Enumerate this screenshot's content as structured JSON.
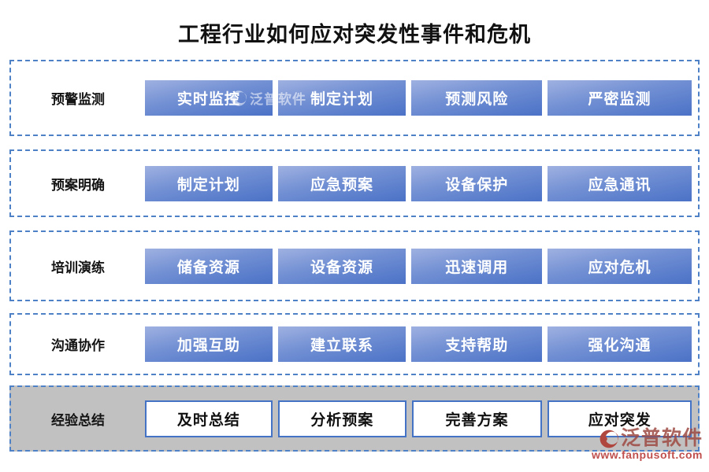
{
  "title": "工程行业如何应对突发性事件和危机",
  "rows": [
    {
      "label": "预警监测",
      "buttons": [
        "实时监控",
        "制定计划",
        "预测风险",
        "严密监测"
      ]
    },
    {
      "label": "预案明确",
      "buttons": [
        "制定计划",
        "应急预案",
        "设备保护",
        "应急通讯"
      ]
    },
    {
      "label": "培训演练",
      "buttons": [
        "储备资源",
        "设备资源",
        "迅速调用",
        "应对危机"
      ]
    },
    {
      "label": "沟通协作",
      "buttons": [
        "加强互助",
        "建立联系",
        "支持帮助",
        "强化沟通"
      ]
    },
    {
      "label": "经验总结",
      "buttons": [
        "及时总结",
        "分析预案",
        "完善方案",
        "应对突发"
      ]
    }
  ],
  "overlay_watermark": {
    "brand": "泛普软件"
  },
  "footer_watermark": {
    "brand": "泛普软件",
    "url": "www.fanpusoft.com"
  },
  "colors": {
    "accent_blue": "#4472C4",
    "dashed_border": "#4F81C7",
    "button_gradient_start": "#9FB1E1",
    "button_gradient_end": "#4B72C7",
    "summary_row_bg": "#C1C1C1",
    "brand_red": "#B0473F",
    "url_red": "#C0504D"
  }
}
